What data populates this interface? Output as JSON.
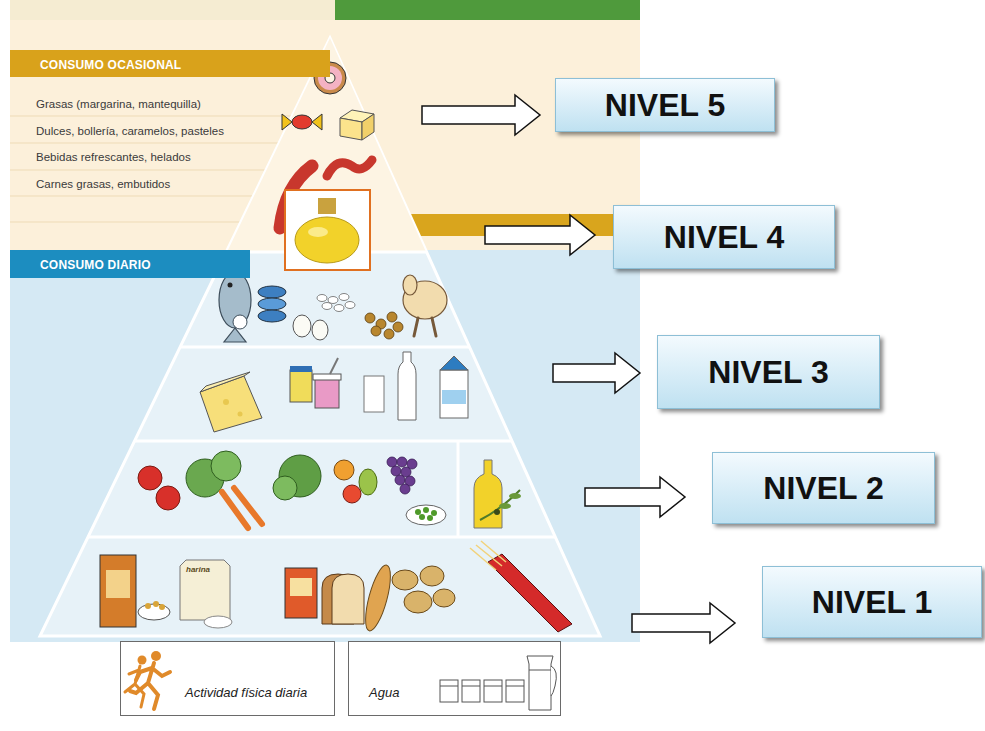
{
  "diagram": {
    "nodes": [
      {
        "text": [
          "CONSUMO OCASIONAL",
          "Grasas (margarina, mantequilla)",
          "Dulces, bollería, caramelos, pasteles",
          "Bebidas refrescantes, helados",
          "Carnes grasas, embutidos"
        ]
      },
      {
        "text": [
          "NIVEL 5"
        ]
      },
      {
        "text": [
          "NIVEL 4"
        ]
      },
      {
        "text": [
          "CONSUMO DIARIO"
        ]
      },
      {
        "text": [
          "NIVEL 3"
        ]
      },
      {
        "text": [
          "NIVEL 2"
        ]
      },
      {
        "text": [
          "NIVEL 1"
        ]
      },
      {
        "text": [
          "Actividad física diaria"
        ]
      },
      {
        "text": [
          "Agua"
        ]
      }
    ],
    "labels": [
      "harina"
    ]
  }
}
